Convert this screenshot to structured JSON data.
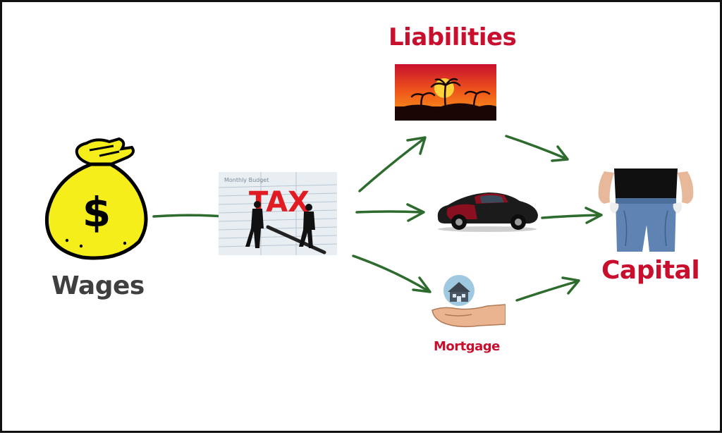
{
  "labels": {
    "liabilities": "Liabilities",
    "wages": "Wages",
    "capital": "Capital",
    "mortgage": "Mortgage"
  },
  "tax_image": {
    "headline": "TAX",
    "sheet_title": "Monthly Budget"
  },
  "icons": {
    "money_bag": "money-bag-icon",
    "tax": "tax-icon",
    "sunset": "sunset-icon",
    "car": "car-icon",
    "house_hand": "house-in-hand-icon",
    "empty_pockets": "empty-pockets-icon"
  },
  "colors": {
    "arrow": "#2e6b2e",
    "title_red": "#c8102e",
    "wages_gray": "#3f3f3f",
    "bag_yellow": "#f5ee1a",
    "tax_red": "#e11b22"
  }
}
